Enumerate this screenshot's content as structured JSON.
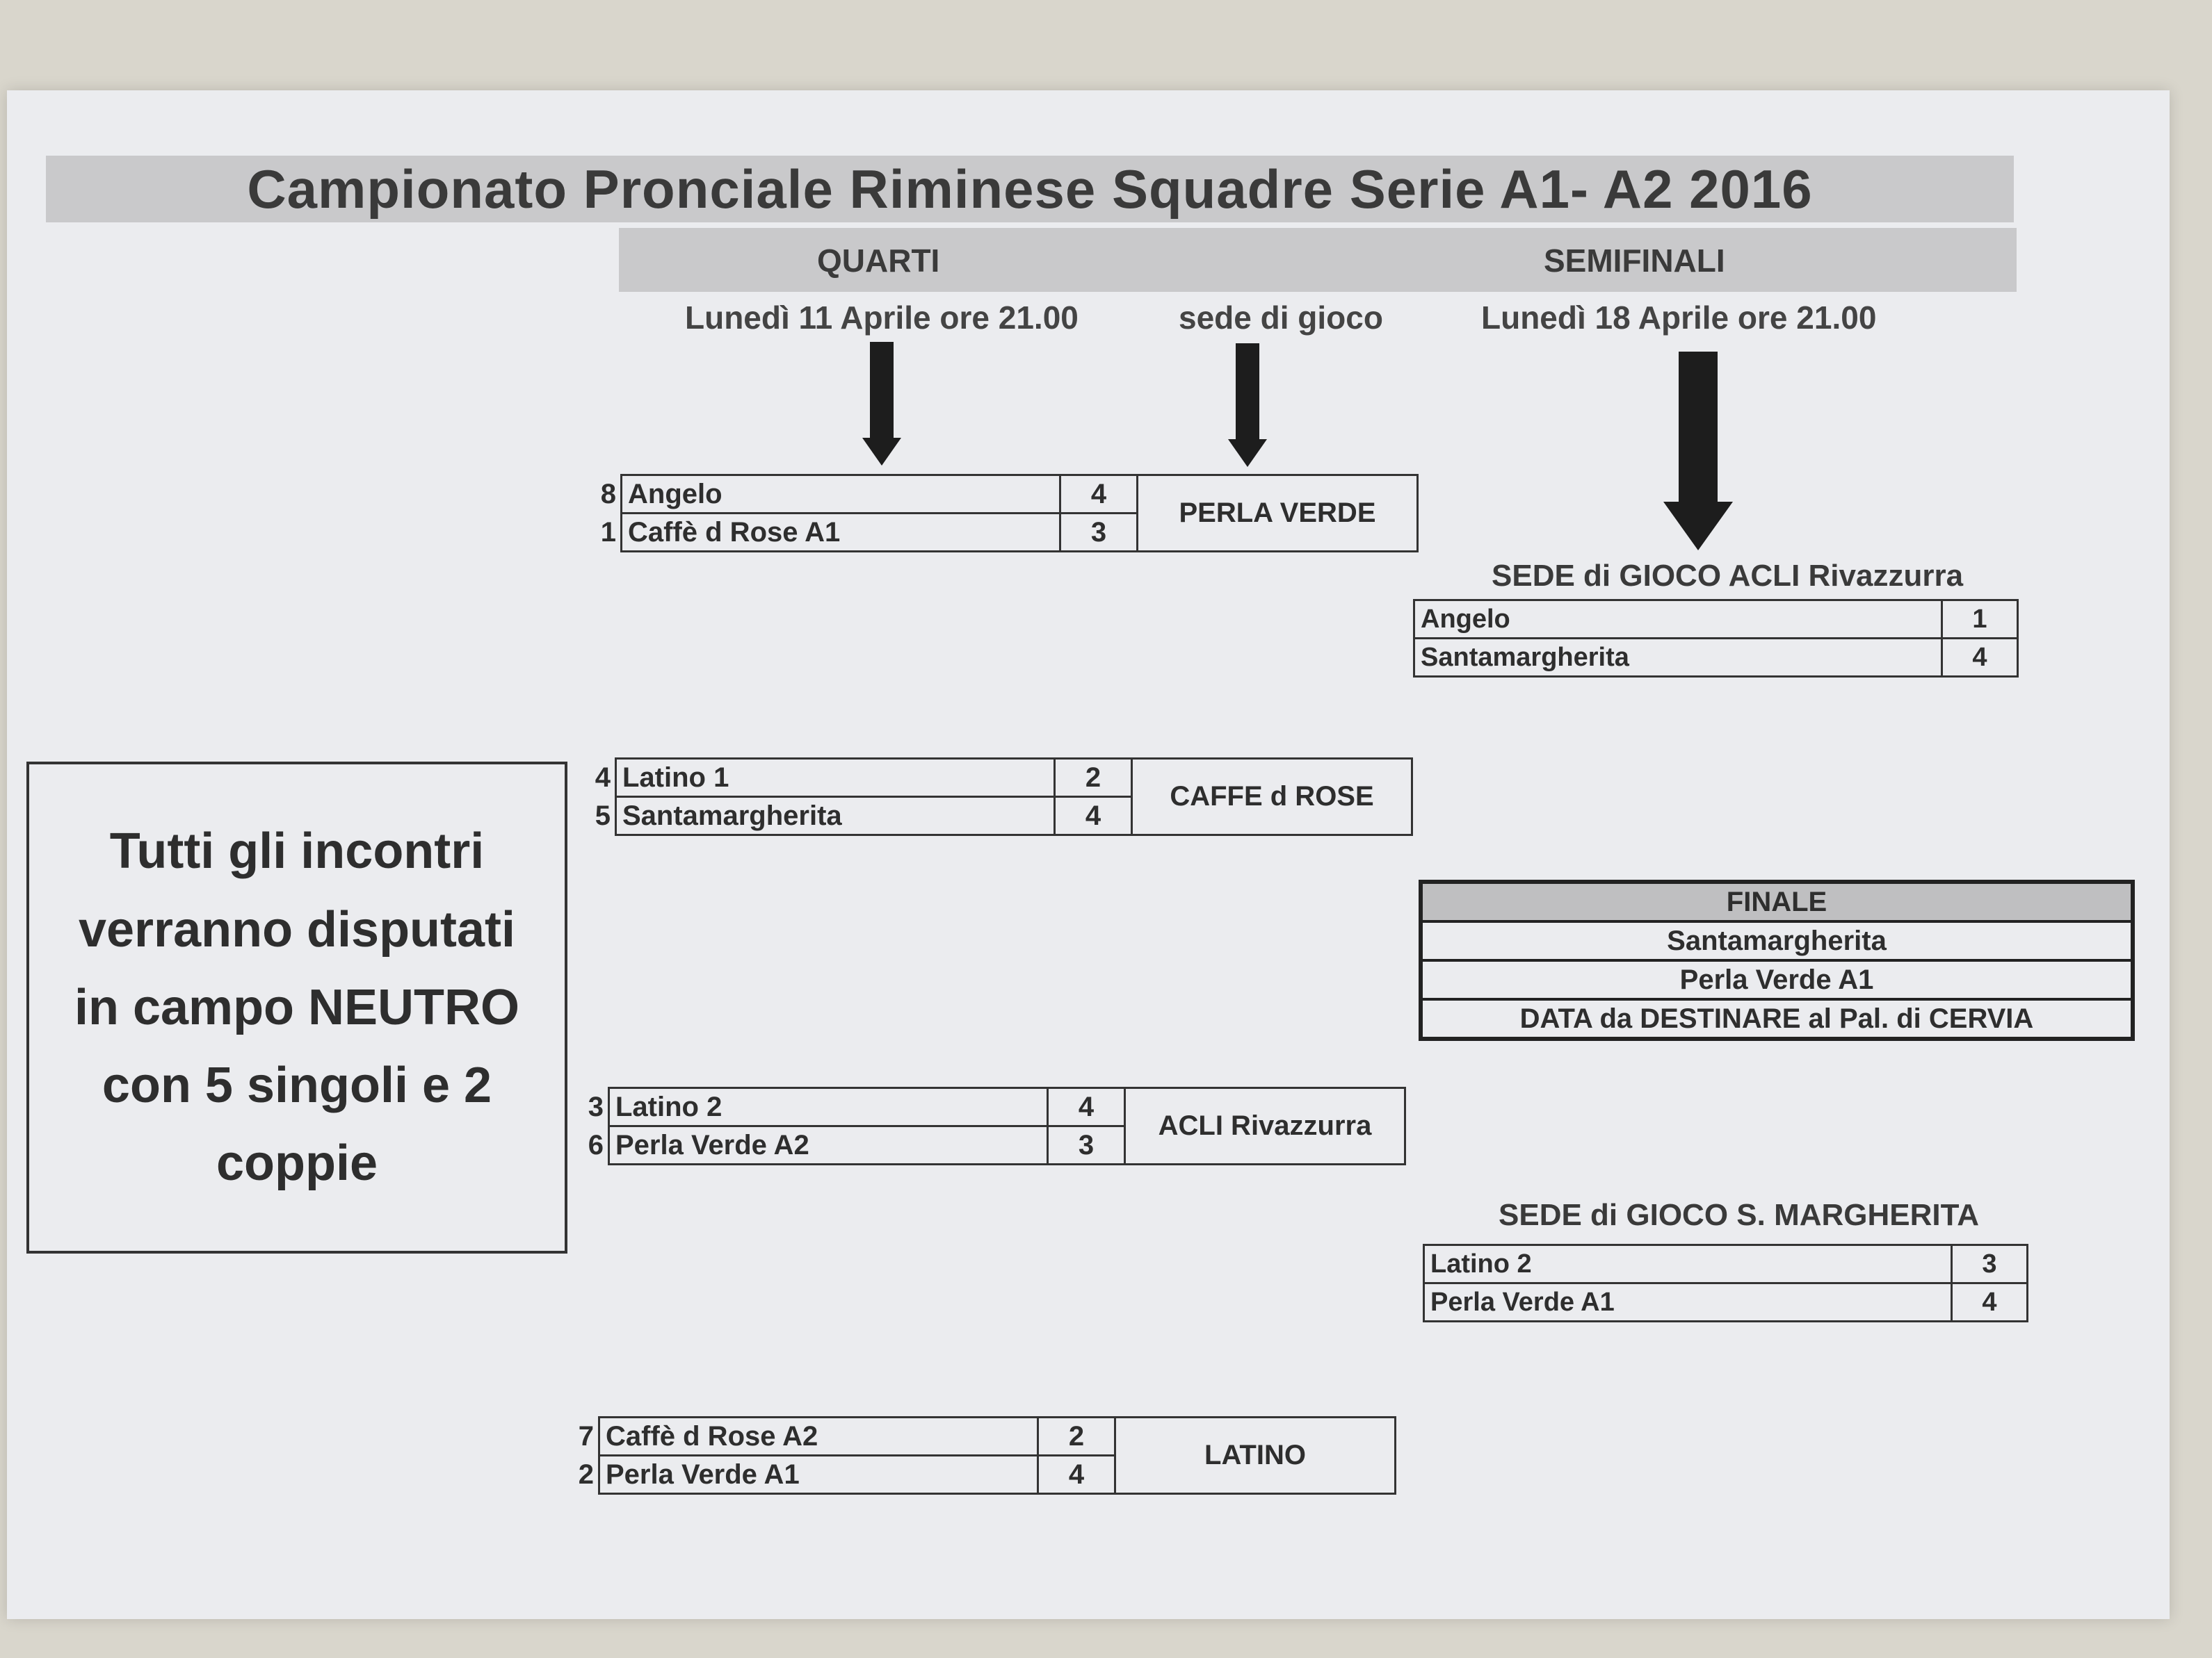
{
  "header": {
    "title": "Campionato Pronciale Riminese Squadre Serie A1- A2  2016",
    "stage_quarti": "QUARTI",
    "stage_semifinali": "SEMIFINALI",
    "date_quarti": "Lunedì 11 Aprile ore 21.00",
    "venue_label": "sede di gioco",
    "date_semifinali": "Lunedì 18  Aprile ore 21.00"
  },
  "quarterfinals": [
    {
      "venue": "PERLA VERDE",
      "teams": [
        {
          "seed": "8",
          "name": "Angelo",
          "score": "4"
        },
        {
          "seed": "1",
          "name": "Caffè d Rose A1",
          "score": "3"
        }
      ]
    },
    {
      "venue": "CAFFE d ROSE",
      "teams": [
        {
          "seed": "4",
          "name": "Latino 1",
          "score": "2"
        },
        {
          "seed": "5",
          "name": "Santamargherita",
          "score": "4"
        }
      ]
    },
    {
      "venue": "ACLI Rivazzurra",
      "teams": [
        {
          "seed": "3",
          "name": "Latino 2",
          "score": "4"
        },
        {
          "seed": "6",
          "name": "Perla Verde A2",
          "score": "3"
        }
      ]
    },
    {
      "venue": "LATINO",
      "teams": [
        {
          "seed": "7",
          "name": "Caffè d Rose A2",
          "score": "2"
        },
        {
          "seed": "2",
          "name": "Perla Verde A1",
          "score": "4"
        }
      ]
    }
  ],
  "semifinals": [
    {
      "title": "SEDE di GIOCO ACLI Rivazzurra",
      "teams": [
        {
          "name": "Angelo",
          "score": "1"
        },
        {
          "name": "Santamarghe­rita",
          "score": "4"
        }
      ]
    },
    {
      "title": "SEDE di GIOCO S. MARGHERITA",
      "teams": [
        {
          "name": "Latino 2",
          "score": "3"
        },
        {
          "name": "Perla Verde A1",
          "score": "4"
        }
      ]
    }
  ],
  "finale": {
    "title": "FINALE",
    "team1": "Santamargherita",
    "team2": "Perla Verde A1",
    "note": "DATA da DESTINARE al Pal. di CERVIA"
  },
  "note": {
    "line1": "Tutti gli incontri",
    "line2": "verranno disputati",
    "line3": "in campo NEUTRO",
    "line4": "con 5 singoli e 2",
    "line5": "coppie"
  }
}
